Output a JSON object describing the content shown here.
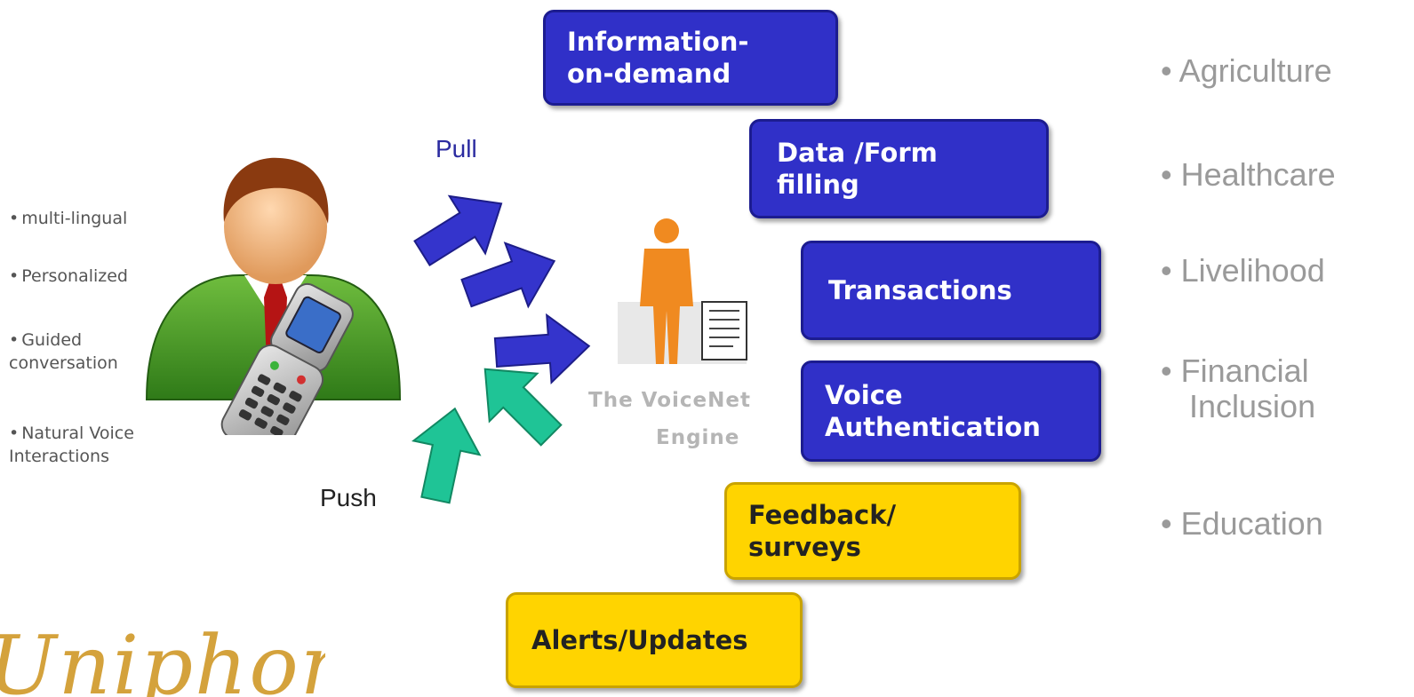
{
  "features": [
    "multi-lingual",
    "Personalized",
    "Guided conversation",
    "Natural Voice Interactions"
  ],
  "flow": {
    "pull_label": "Pull",
    "push_label": "Push"
  },
  "engine": {
    "name": "The VoiceNet",
    "suffix": "Engine"
  },
  "pull_services": [
    {
      "label": "Information-on-demand",
      "line1": "Information-",
      "line2": "on-demand"
    },
    {
      "label": "Data /Form filling",
      "line1": "Data /Form",
      "line2": "filling"
    },
    {
      "label": "Transactions"
    },
    {
      "label": "Voice Authentication",
      "line1": "Voice",
      "line2": "Authentication"
    }
  ],
  "push_services": [
    {
      "label": "Feedback/ surveys",
      "line1": "Feedback/",
      "line2": "surveys"
    },
    {
      "label": "Alerts/Updates"
    }
  ],
  "sectors": [
    "Agriculture",
    "Healthcare",
    "Livelihood",
    "Financial Inclusion",
    "Education"
  ],
  "sector_lines": {
    "financial_1": "Financial",
    "financial_2": "Inclusion"
  },
  "logo_text": "Uniphore",
  "colors": {
    "pull_box": "#3030c8",
    "push_box": "#ffd400",
    "pull_arrow": "#3333cc",
    "push_arrow": "#1fc496",
    "sector_text": "#9a9a9a"
  }
}
